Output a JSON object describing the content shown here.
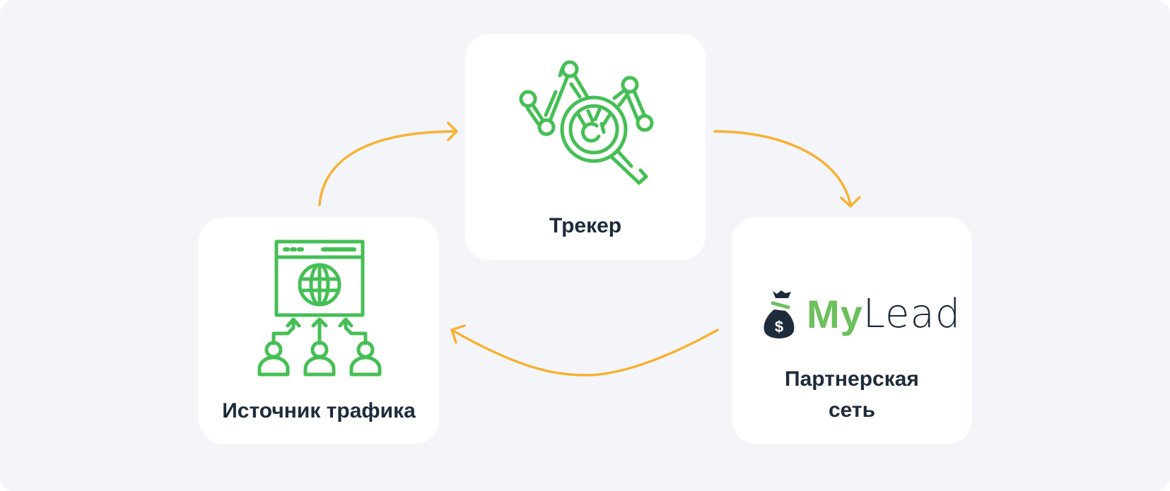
{
  "diagram": {
    "type": "affiliate-flow-cycle",
    "nodes": [
      {
        "id": "tracker",
        "label": "Трекер",
        "icon": "analytics-magnifier-icon"
      },
      {
        "id": "network",
        "label_line1": "Партнерская",
        "label_line2": "сеть",
        "icon": "mylead-logo"
      },
      {
        "id": "traffic",
        "label": "Источник трафика",
        "icon": "browser-globe-users-icon"
      }
    ],
    "edges": [
      {
        "from": "traffic",
        "to": "tracker"
      },
      {
        "from": "tracker",
        "to": "network"
      },
      {
        "from": "network",
        "to": "traffic"
      }
    ],
    "logo": {
      "part1": "My",
      "part2": "Lead"
    },
    "colors": {
      "background": "#f4f5f9",
      "card": "#ffffff",
      "icon_green": "#45bf55",
      "logo_green": "#6cc05c",
      "arrow": "#f8b133",
      "text": "#1e2b3b"
    }
  }
}
